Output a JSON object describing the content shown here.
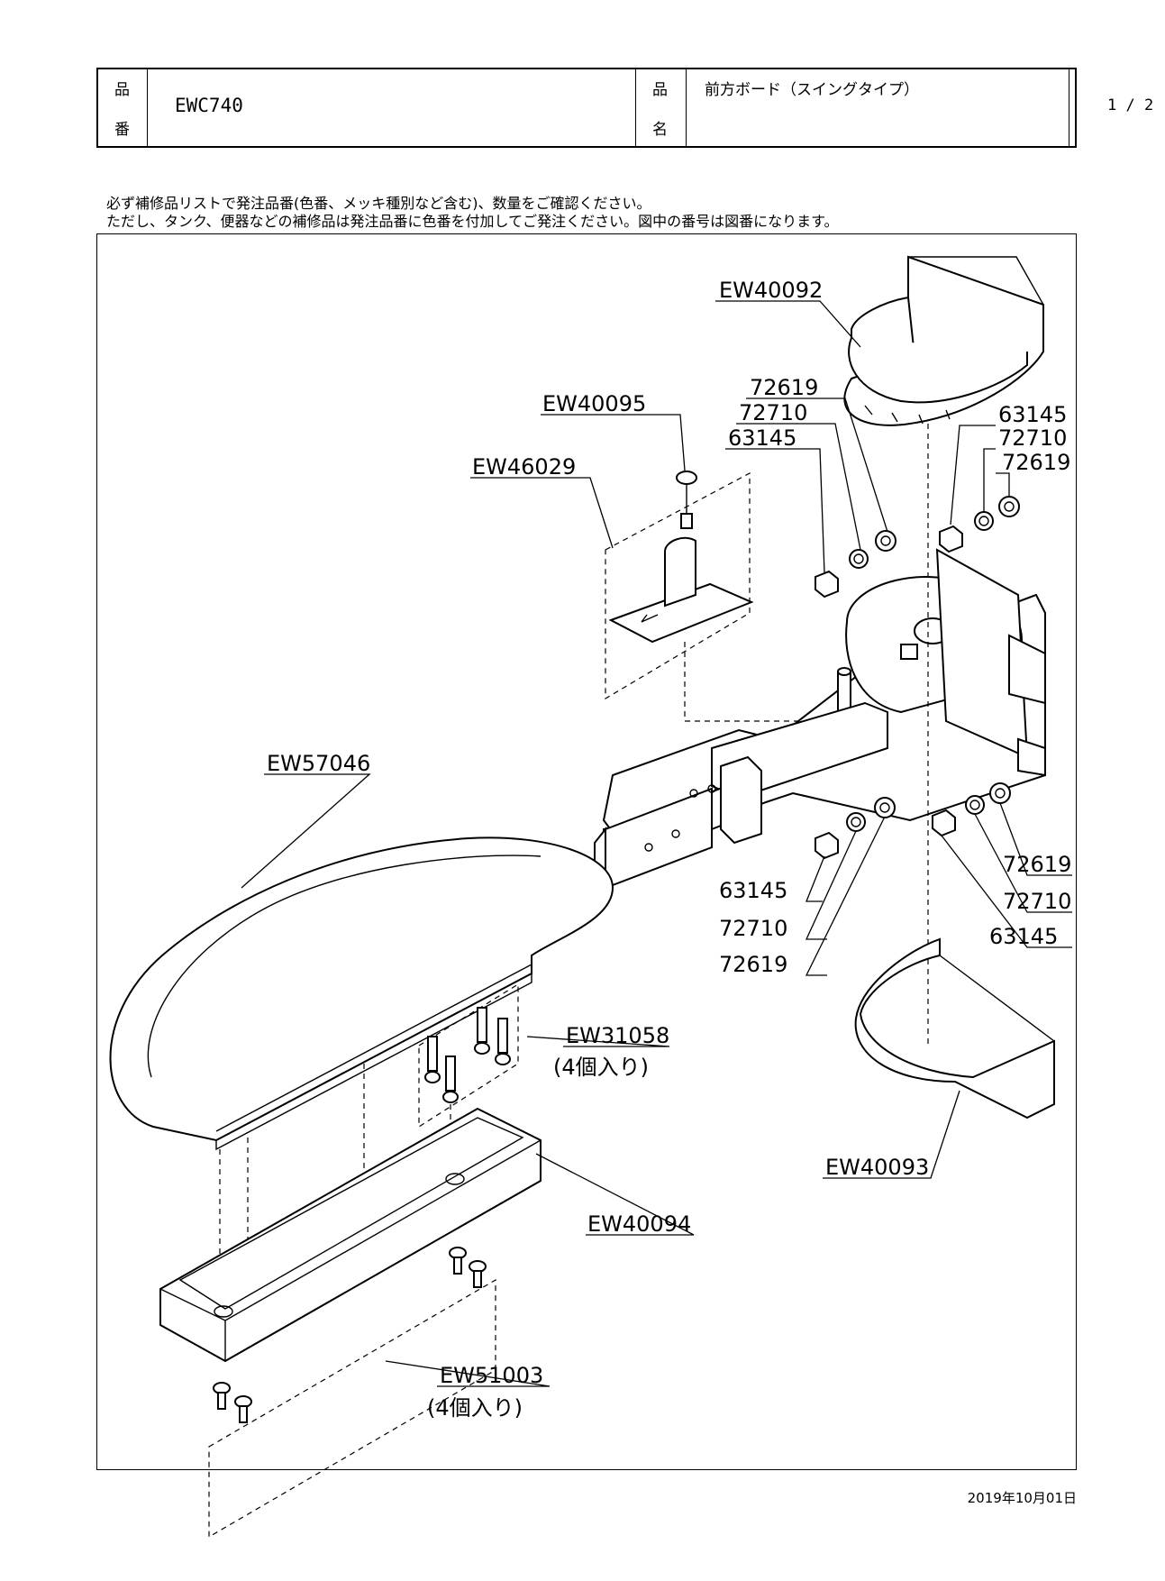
{
  "header": {
    "part_no_key_top": "品",
    "part_no_key_bottom": "番",
    "part_no_value": "EWC740",
    "part_name_key_top": "品",
    "part_name_key_bottom": "名",
    "part_name_value": "前方ボード（スイングタイプ）",
    "page": "1 / 2"
  },
  "notes": {
    "line1": "必ず補修品リストで発注品番(色番、メッキ種別など含む)、数量をご確認ください。",
    "line2": "ただし、タンク、便器などの補修品は発注品番に色番を付加してご発注ください。図中の番号は図番になります。"
  },
  "labels": {
    "ew40092": "EW40092",
    "ew40095": "EW40095",
    "ew46029": "EW46029",
    "ew57046": "EW57046",
    "ew31058": "EW31058",
    "ew31058_qty": "(4個入り)",
    "ew40094": "EW40094",
    "ew51003": "EW51003",
    "ew51003_qty": "(4個入り)",
    "ew40093": "EW40093",
    "tl_72619": "72619",
    "tl_72710": "72710",
    "tl_63145": "63145",
    "tr_63145": "63145",
    "tr_72710": "72710",
    "tr_72619": "72619",
    "br_72619": "72619",
    "br_72710": "72710",
    "br_63145": "63145",
    "bl_63145": "63145",
    "bl_72710": "72710",
    "bl_72619": "72619"
  },
  "footer": {
    "date": "2019年10月01日"
  }
}
